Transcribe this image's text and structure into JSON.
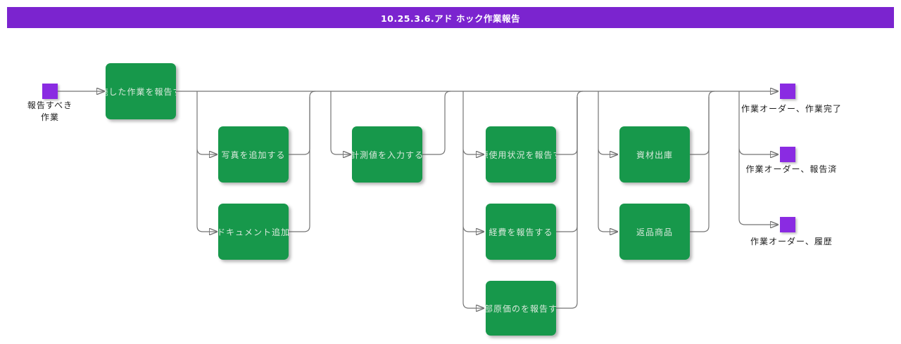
{
  "header": {
    "title": "10.25.3.6.アド ホック作業報告"
  },
  "colors": {
    "header_bg": "#7b24cf",
    "node_green": "#17984b",
    "node_purple": "#8a2be2",
    "line": "#757575",
    "arrow": "#555555",
    "box_text": "#d9e9dc",
    "label_text": "#1d1d1d"
  },
  "diagram": {
    "start": {
      "label": "報告すべき作業"
    },
    "tasks": [
      {
        "id": "report-performed-work",
        "label": "施した作業を報告す"
      },
      {
        "id": "add-photo",
        "label": "写真を追加する"
      },
      {
        "id": "add-document",
        "label": "ドキュメント追加"
      },
      {
        "id": "enter-measurement",
        "label": "計測値を入力する"
      },
      {
        "id": "report-resource-usage",
        "label": "源使用状況を報告す"
      },
      {
        "id": "report-expenses",
        "label": "経費を報告する"
      },
      {
        "id": "report-external-cost",
        "label": "ト部原価のを報告する"
      },
      {
        "id": "material-issue",
        "label": "資材出庫"
      },
      {
        "id": "return-goods",
        "label": "返品商品"
      }
    ],
    "ends": [
      {
        "label": "作業オーダー、作業完了"
      },
      {
        "label": "作業オーダー、報告済"
      },
      {
        "label": "作業オーダー、履歴"
      }
    ]
  }
}
